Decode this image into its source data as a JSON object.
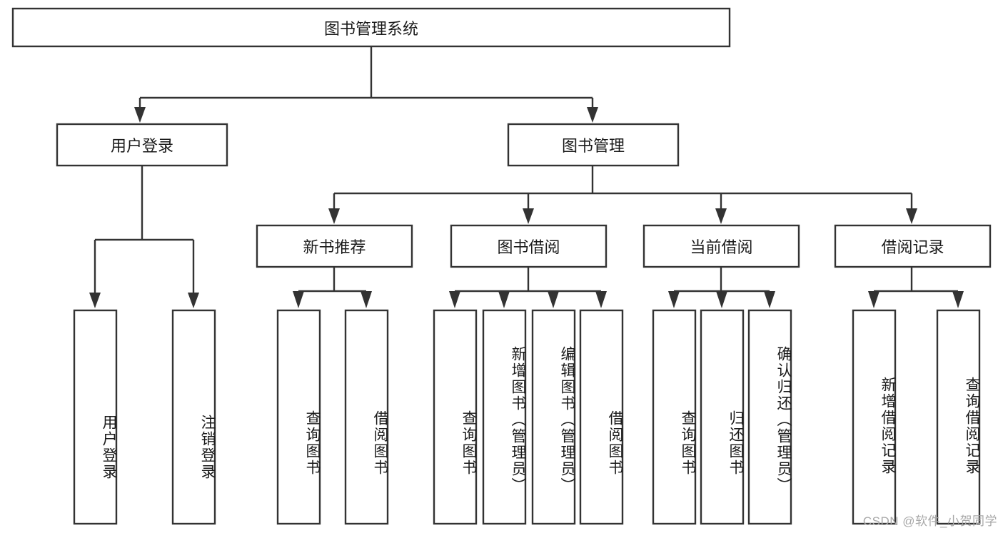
{
  "diagram": {
    "type": "tree-hierarchy-diagram",
    "title_node": {
      "id": "root",
      "label": "图书管理系统",
      "orientation": "horizontal"
    },
    "level1": [
      {
        "id": "user-login",
        "label": "用户登录",
        "orientation": "horizontal"
      },
      {
        "id": "book-management",
        "label": "图书管理",
        "orientation": "horizontal"
      }
    ],
    "level2": [
      {
        "id": "new-book-recommend",
        "label": "新书推荐",
        "orientation": "horizontal"
      },
      {
        "id": "book-borrow",
        "label": "图书借阅",
        "orientation": "horizontal"
      },
      {
        "id": "current-borrow",
        "label": "当前借阅",
        "orientation": "horizontal"
      },
      {
        "id": "borrow-record",
        "label": "借阅记录",
        "orientation": "horizontal"
      }
    ],
    "leaves": {
      "user_login_children": [
        {
          "id": "leaf-user-login",
          "label": "用户登录",
          "orientation": "vertical"
        },
        {
          "id": "leaf-logout-login",
          "label": "注销登录",
          "orientation": "vertical"
        }
      ],
      "new_book_recommend_children": [
        {
          "id": "leaf-query-book-1",
          "label": "查询图书",
          "orientation": "vertical"
        },
        {
          "id": "leaf-borrow-book-1",
          "label": "借阅图书",
          "orientation": "vertical"
        }
      ],
      "book_borrow_children": [
        {
          "id": "leaf-query-book-2",
          "label": "查询图书",
          "orientation": "vertical"
        },
        {
          "id": "leaf-add-book-admin",
          "label": "新增图书（管理员）",
          "orientation": "vertical"
        },
        {
          "id": "leaf-edit-book-admin",
          "label": "编辑图书（管理员）",
          "orientation": "vertical"
        },
        {
          "id": "leaf-borrow-book-2",
          "label": "借阅图书",
          "orientation": "vertical"
        }
      ],
      "current_borrow_children": [
        {
          "id": "leaf-query-book-3",
          "label": "查询图书",
          "orientation": "vertical"
        },
        {
          "id": "leaf-return-book",
          "label": "归还图书",
          "orientation": "vertical"
        },
        {
          "id": "leaf-confirm-return-admin",
          "label": "确认归还（管理员）",
          "orientation": "vertical"
        }
      ],
      "borrow_record_children": [
        {
          "id": "leaf-add-borrow-record",
          "label": "新增借阅记录",
          "orientation": "vertical"
        },
        {
          "id": "leaf-query-borrow-record",
          "label": "查询借阅记录",
          "orientation": "vertical"
        }
      ]
    },
    "colors": {
      "stroke": "#333333",
      "box_fill": "#ffffff",
      "text": "#1a1a1a",
      "background": "#ffffff",
      "watermark": "#a8a8a8"
    }
  },
  "watermark": {
    "text": "CSDN @软件_小贺同学"
  }
}
